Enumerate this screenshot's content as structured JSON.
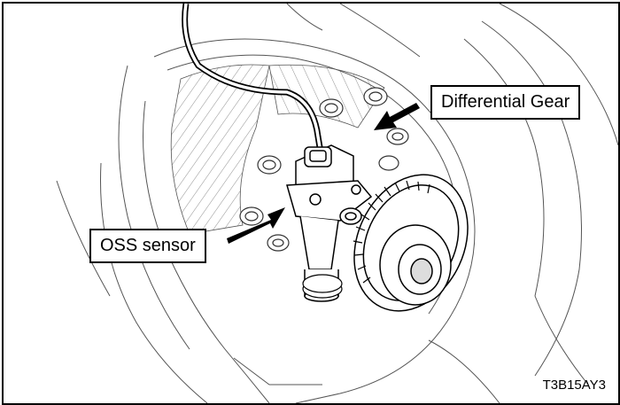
{
  "labels": {
    "differential_gear": "Differential Gear",
    "oss_sensor": "OSS sensor"
  },
  "figure_code": "T3B15AY3",
  "colors": {
    "line": "#000000",
    "background": "#ffffff"
  }
}
